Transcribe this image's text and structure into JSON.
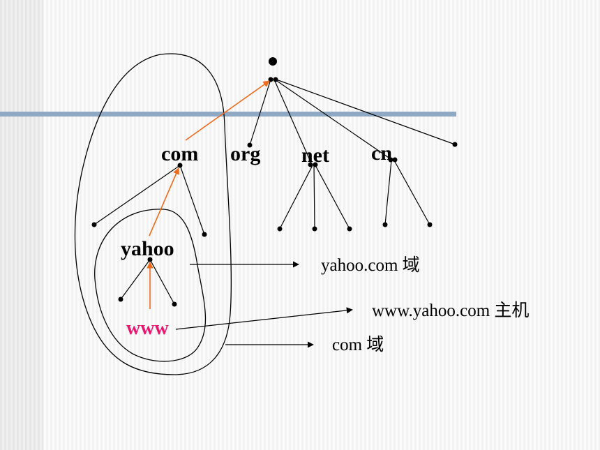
{
  "tree": {
    "tld_labels": [
      "com",
      "org",
      "net",
      "cn"
    ],
    "second_level_label": "yahoo",
    "host_label": "www"
  },
  "annotations": {
    "yahoo_domain": "yahoo.com 域",
    "www_host": "www.yahoo.com 主机",
    "com_domain": "com 域"
  },
  "colors": {
    "arrow_accent": "#ee6a1c",
    "host_text": "#e8166e",
    "divider": "#8fa9c4"
  }
}
